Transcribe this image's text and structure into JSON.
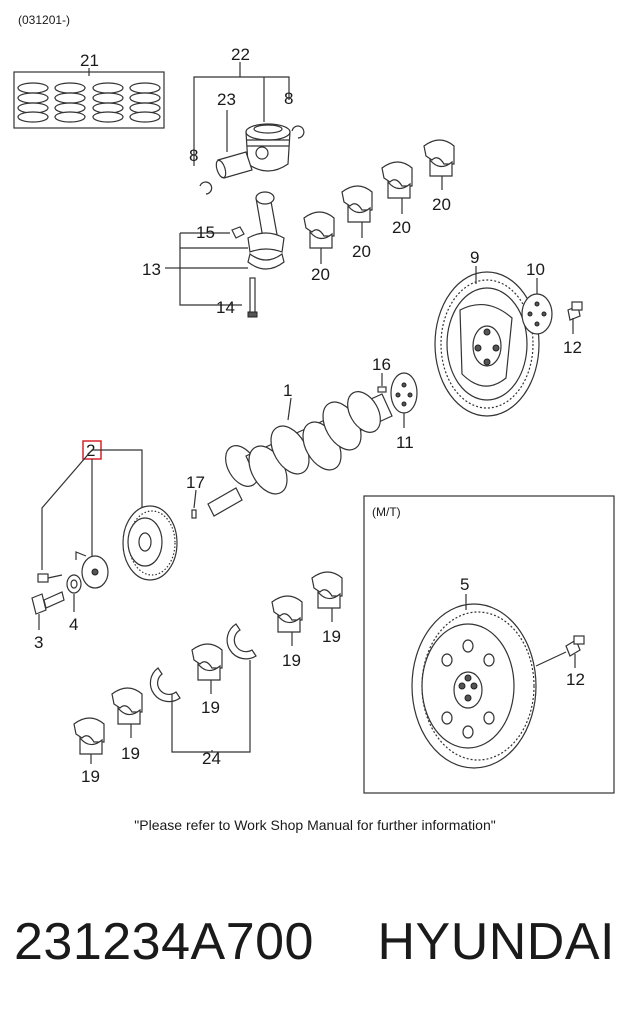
{
  "diagram": {
    "date_code": "(031201-)",
    "inset_title": "(M/T)",
    "note": "\"Please refer to Work Shop Manual for further information\"",
    "highlight_color": "#d9232d",
    "callouts": {
      "c21": "21",
      "c22": "22",
      "c23": "23",
      "c8a": "8",
      "c8b": "8",
      "c15": "15",
      "c13": "13",
      "c14": "14",
      "c20a": "20",
      "c20b": "20",
      "c20c": "20",
      "c20d": "20",
      "c9": "9",
      "c10": "10",
      "c12a": "12",
      "c16": "16",
      "c1": "1",
      "c11": "11",
      "c2": "2",
      "c17": "17",
      "c3": "3",
      "c4": "4",
      "c19a": "19",
      "c19b": "19",
      "c19c": "19",
      "c19d": "19",
      "c19e": "19",
      "c24": "24",
      "c5": "5",
      "c12b": "12"
    }
  },
  "footer": {
    "part_number": "231234A700",
    "brand": "HYUNDAI"
  }
}
